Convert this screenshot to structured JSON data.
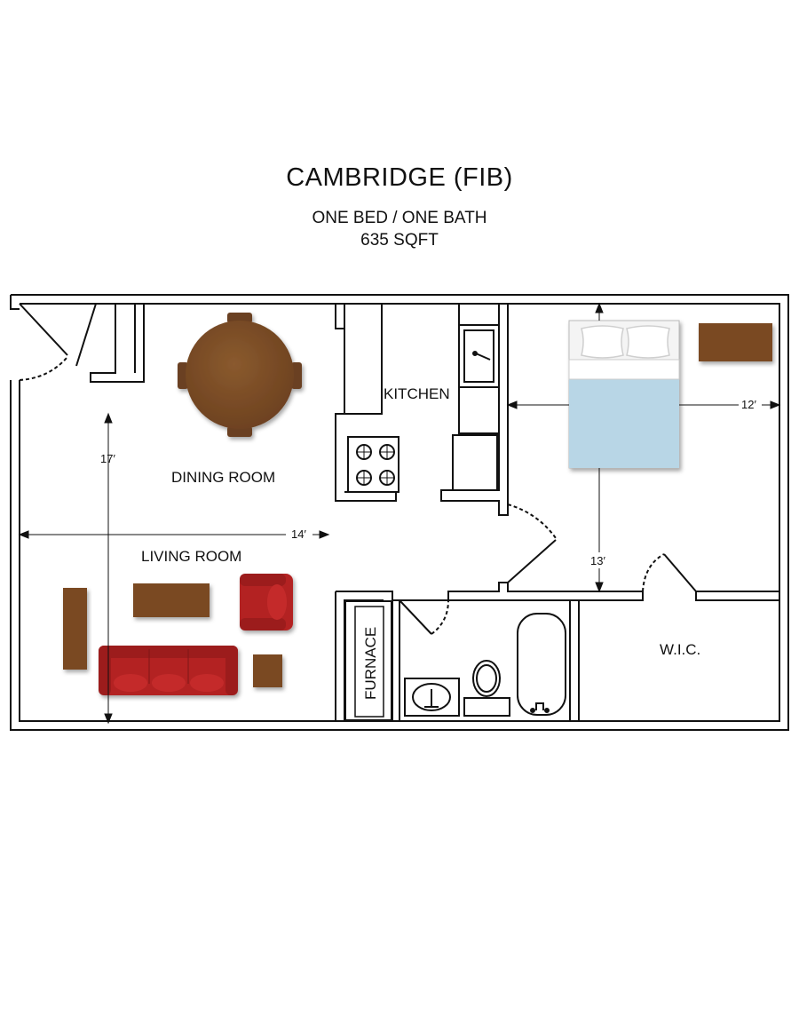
{
  "header": {
    "title": "CAMBRIDGE (FIB)",
    "subtitle": "ONE BED / ONE BATH",
    "area": "635 SQFT"
  },
  "rooms": {
    "kitchen": "KITCHEN",
    "dining": "DINING ROOM",
    "living": "LIVING ROOM",
    "furnace": "FURNACE",
    "closet": "W.I.C."
  },
  "dimensions": {
    "living_width": "14′",
    "living_depth": "17′",
    "bedroom_width": "12′",
    "bedroom_depth": "13′"
  },
  "colors": {
    "wall": "#111111",
    "wood": "#7a4a22",
    "sofa": "#b32424",
    "bed": "#b8d6e6"
  }
}
